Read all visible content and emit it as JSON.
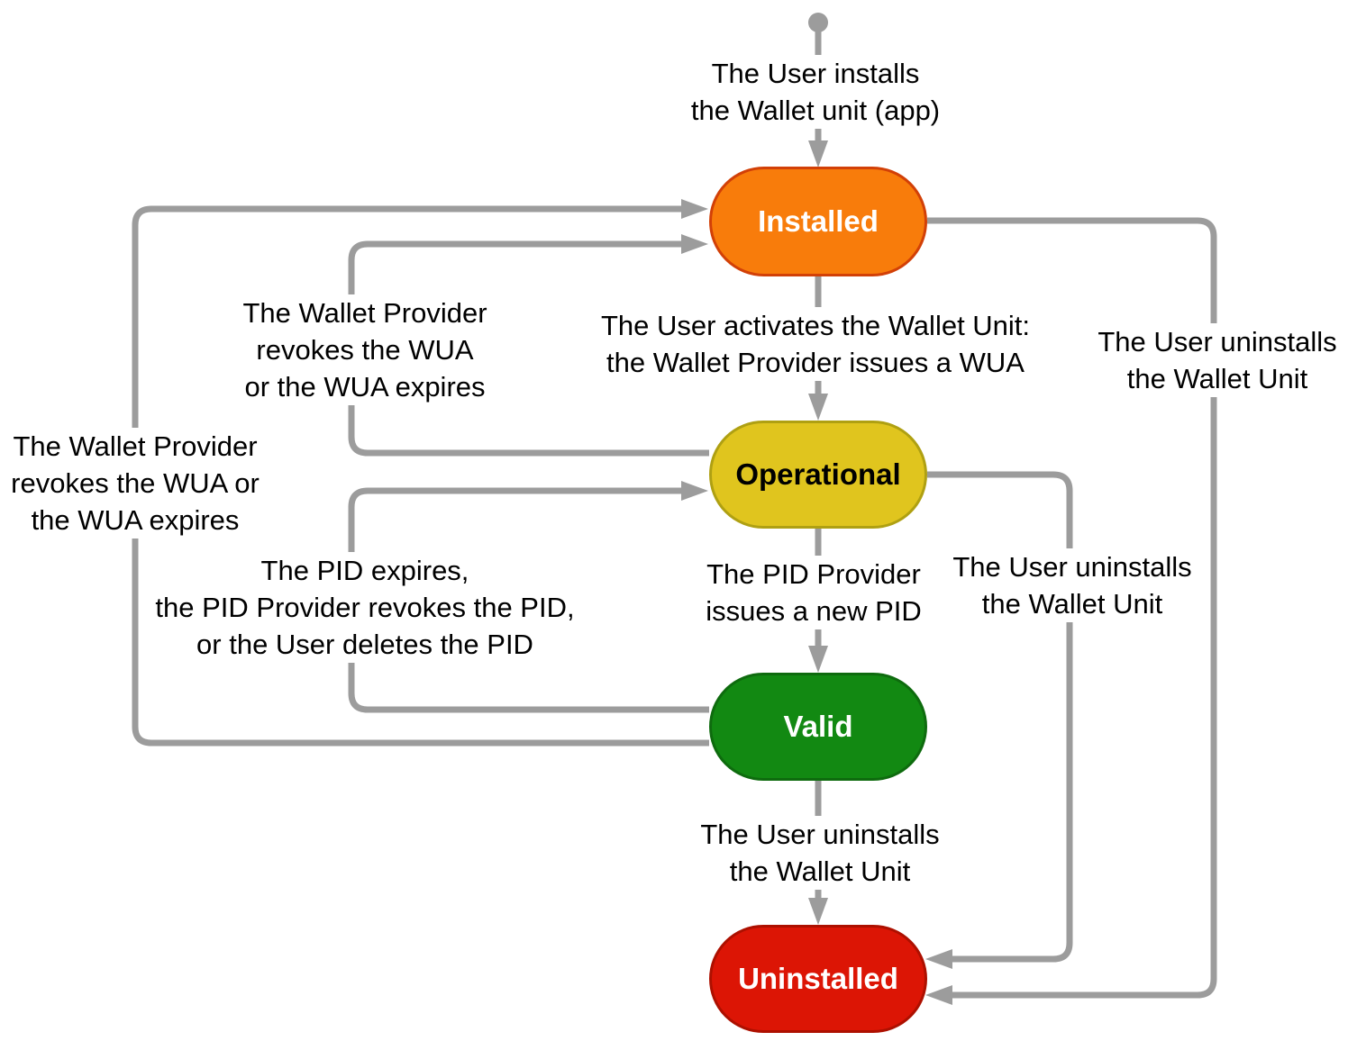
{
  "diagram": {
    "type": "state-machine",
    "background": "#FFFFFF",
    "connector_color": "#9C9C9C",
    "label_text_color": "#000000",
    "nodes": [
      {
        "id": "installed",
        "label": "Installed",
        "fill": "#F87C0B",
        "border": "#D24007",
        "text_color": "#FFFFFF"
      },
      {
        "id": "operational",
        "label": "Operational",
        "fill": "#E0C51E",
        "border": "#AFA012",
        "text_color": "#000000"
      },
      {
        "id": "valid",
        "label": "Valid",
        "fill": "#128912",
        "border": "#0E6B0E",
        "text_color": "#FFFFFF"
      },
      {
        "id": "uninstalled",
        "label": "Uninstalled",
        "fill": "#DC1505",
        "border": "#AD1000",
        "text_color": "#FFFFFF"
      }
    ],
    "edges": [
      {
        "from": "start",
        "to": "installed",
        "label_lines": [
          "The User installs",
          "the Wallet unit (app)"
        ]
      },
      {
        "from": "installed",
        "to": "operational",
        "label_lines": [
          "The User activates the Wallet Unit:",
          "the Wallet Provider issues a WUA"
        ]
      },
      {
        "from": "operational",
        "to": "valid",
        "label_lines": [
          "The PID Provider",
          "issues a new PID"
        ]
      },
      {
        "from": "valid",
        "to": "uninstalled",
        "label_lines": [
          "The User uninstalls",
          "the Wallet Unit"
        ]
      },
      {
        "from": "operational",
        "to": "installed",
        "label_lines": [
          "The Wallet Provider",
          "revokes the WUA",
          "or the WUA expires"
        ]
      },
      {
        "from": "valid",
        "to": "operational",
        "label_lines": [
          "The PID expires,",
          "the PID Provider revokes the PID,",
          "or the User deletes the PID"
        ]
      },
      {
        "from": "valid",
        "to": "installed",
        "label_lines": [
          "The Wallet Provider",
          "revokes the WUA or",
          "the WUA expires"
        ]
      },
      {
        "from": "installed",
        "to": "uninstalled",
        "label_lines": [
          "The User uninstalls",
          "the Wallet Unit"
        ]
      },
      {
        "from": "operational",
        "to": "uninstalled",
        "label_lines": [
          "The User uninstalls",
          "the Wallet Unit"
        ]
      }
    ]
  }
}
